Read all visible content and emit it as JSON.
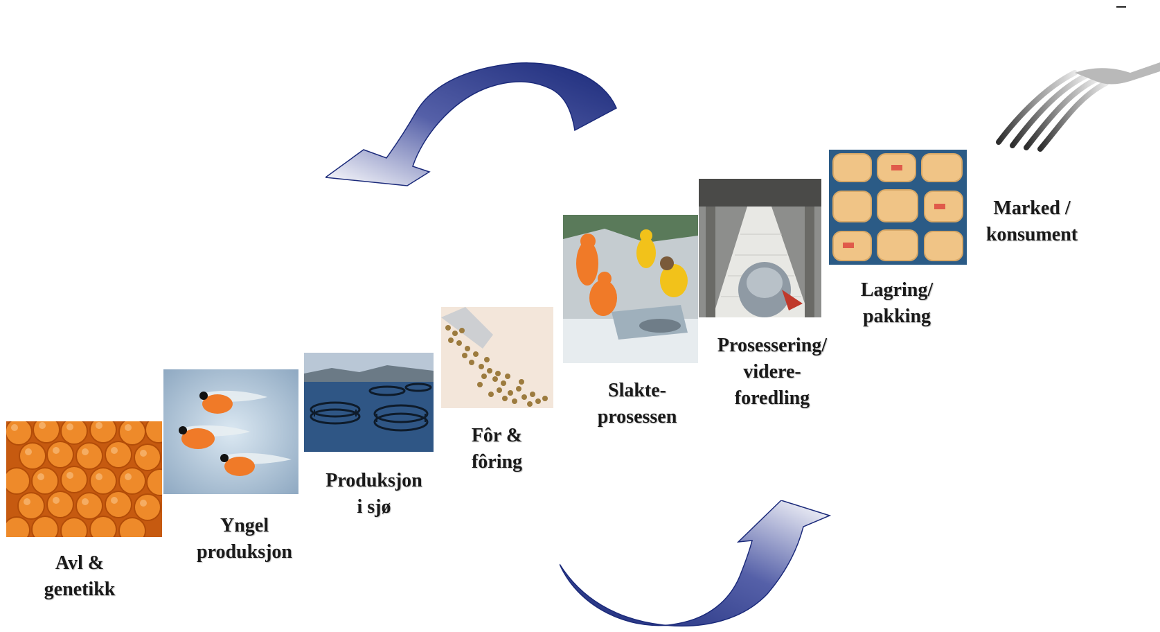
{
  "steps": [
    {
      "id": "avl",
      "label": "Avl  &\ngenetikk",
      "image": "fish-eggs-image"
    },
    {
      "id": "yngel",
      "label": "Yngel\nproduksjon",
      "image": "fry-image"
    },
    {
      "id": "produksjon",
      "label": "Produksjon\ni sjø",
      "image": "sea-pens-image"
    },
    {
      "id": "for",
      "label": "Fôr &\nfôring",
      "image": "feed-pellets-image"
    },
    {
      "id": "slakte",
      "label": "Slakte-\nprosessen",
      "image": "slaughter-workers-image"
    },
    {
      "id": "prosessering",
      "label": "Prosessering/\nvidere-\nforedling",
      "image": "processing-line-image"
    },
    {
      "id": "lagring",
      "label": "Lagring/\npakking",
      "image": "packed-fillets-image"
    },
    {
      "id": "marked",
      "label": "Marked /\nkonsument",
      "image": "fork-image"
    }
  ],
  "colors": {
    "arrow_dark": "#1b2a7a",
    "arrow_light": "#ffffff",
    "egg": "#e86a10",
    "water": "#3c5f8f"
  }
}
